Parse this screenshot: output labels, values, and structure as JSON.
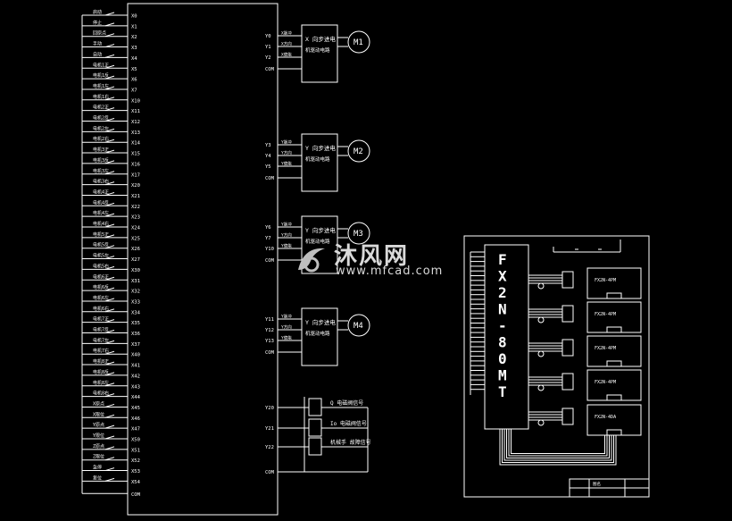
{
  "plc": {
    "input_rows": [
      {
        "label": "启动",
        "x": "X0"
      },
      {
        "label": "停止",
        "x": "X1"
      },
      {
        "label": "回原点",
        "x": "X2"
      },
      {
        "label": "手动",
        "x": "X3"
      },
      {
        "label": "自动",
        "x": "X4"
      },
      {
        "label": "电机1正",
        "x": "X5"
      },
      {
        "label": "电机1反",
        "x": "X6"
      },
      {
        "label": "电机1左",
        "x": "X7"
      },
      {
        "label": "电机1右",
        "x": "X10"
      },
      {
        "label": "电机2正",
        "x": "X11"
      },
      {
        "label": "电机2反",
        "x": "X12"
      },
      {
        "label": "电机2左",
        "x": "X13"
      },
      {
        "label": "电机2右",
        "x": "X14"
      },
      {
        "label": "电机3正",
        "x": "X15"
      },
      {
        "label": "电机3反",
        "x": "X16"
      },
      {
        "label": "电机3左",
        "x": "X17"
      },
      {
        "label": "电机3右",
        "x": "X20"
      },
      {
        "label": "电机4正",
        "x": "X21"
      },
      {
        "label": "电机4反",
        "x": "X22"
      },
      {
        "label": "电机4左",
        "x": "X23"
      },
      {
        "label": "电机4右",
        "x": "X24"
      },
      {
        "label": "电机5正",
        "x": "X25"
      },
      {
        "label": "电机5反",
        "x": "X26"
      },
      {
        "label": "电机5左",
        "x": "X27"
      },
      {
        "label": "电机5右",
        "x": "X30"
      },
      {
        "label": "电机6正",
        "x": "X31"
      },
      {
        "label": "电机6反",
        "x": "X32"
      },
      {
        "label": "电机6左",
        "x": "X33"
      },
      {
        "label": "电机6右",
        "x": "X34"
      },
      {
        "label": "电机7正",
        "x": "X35"
      },
      {
        "label": "电机7反",
        "x": "X36"
      },
      {
        "label": "电机7左",
        "x": "X37"
      },
      {
        "label": "电机7右",
        "x": "X40"
      },
      {
        "label": "电机8正",
        "x": "X41"
      },
      {
        "label": "电机8反",
        "x": "X42"
      },
      {
        "label": "电机8左",
        "x": "X43"
      },
      {
        "label": "电机8右",
        "x": "X44"
      },
      {
        "label": "X原点",
        "x": "X45"
      },
      {
        "label": "X限位",
        "x": "X46"
      },
      {
        "label": "Y原点",
        "x": "X47"
      },
      {
        "label": "Y限位",
        "x": "X50"
      },
      {
        "label": "Z原点",
        "x": "X51"
      },
      {
        "label": "Z限位",
        "x": "X52"
      },
      {
        "label": "急停",
        "x": "X53"
      },
      {
        "label": "复位",
        "x": "X54"
      }
    ],
    "input_com": "COM"
  },
  "drivers": [
    {
      "ys": [
        "Y0",
        "Y1",
        "Y2"
      ],
      "com": "COM",
      "signals": [
        "X脉冲",
        "X方向",
        "X使能"
      ],
      "box_line1": "X 向步进电",
      "box_line2": "机驱动电路",
      "motor": "M1"
    },
    {
      "ys": [
        "Y3",
        "Y4",
        "Y5"
      ],
      "com": "COM",
      "signals": [
        "Y脉冲",
        "Y方向",
        "Y使能"
      ],
      "box_line1": "Y 向步进电",
      "box_line2": "机驱动电路",
      "motor": "M2"
    },
    {
      "ys": [
        "Y6",
        "Y7",
        "Y10"
      ],
      "com": "COM",
      "signals": [
        "Y脉冲",
        "Y方向",
        "Y使能"
      ],
      "box_line1": "Y 向步进电",
      "box_line2": "机驱动电路",
      "motor": "M3"
    },
    {
      "ys": [
        "Y11",
        "Y12",
        "Y13"
      ],
      "com": "COM",
      "signals": [
        "Y脉冲",
        "Y方向",
        "Y使能"
      ],
      "box_line1": "Y 向步进电",
      "box_line2": "机驱动电路",
      "motor": "M4"
    }
  ],
  "indicators": [
    {
      "y": "Y20",
      "label": "Q 电磁阀信号"
    },
    {
      "y": "Y21",
      "label": "Io 电磁阀信号"
    },
    {
      "y": "Y22",
      "label": "机械手 故障信号"
    }
  ],
  "indicator_com": "COM",
  "board": {
    "chars": [
      "F",
      "X",
      "2",
      "N",
      "-",
      "8",
      "0",
      "M",
      "T"
    ],
    "modules": [
      "FX2N-4PM",
      "FX2N-4PM",
      "FX2N-4PM",
      "FX2N-4PM",
      "FX2N-4DA"
    ],
    "title_block": "图名"
  },
  "watermark": {
    "main": "沐风网",
    "sub": "www.mfcad.com"
  }
}
